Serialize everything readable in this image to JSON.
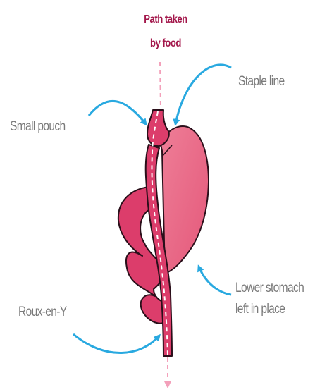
{
  "labels": {
    "path_line1": "Path taken",
    "path_line2": "by food",
    "staple_line": "Staple line",
    "small_pouch": "Small pouch",
    "lower_stomach_line1": "Lower stomach",
    "lower_stomach_line2": "left in place",
    "roux_en_y": "Roux-en-Y"
  },
  "colors": {
    "tissue_fill": "#dc3d6b",
    "stomach_fill": "#e8607e",
    "outline": "#2a0f1a",
    "arrow_blue": "#29a9e0",
    "label_gray": "#7a7a7a",
    "path_title": "#a3174b",
    "food_path": "#f3a0ba"
  }
}
